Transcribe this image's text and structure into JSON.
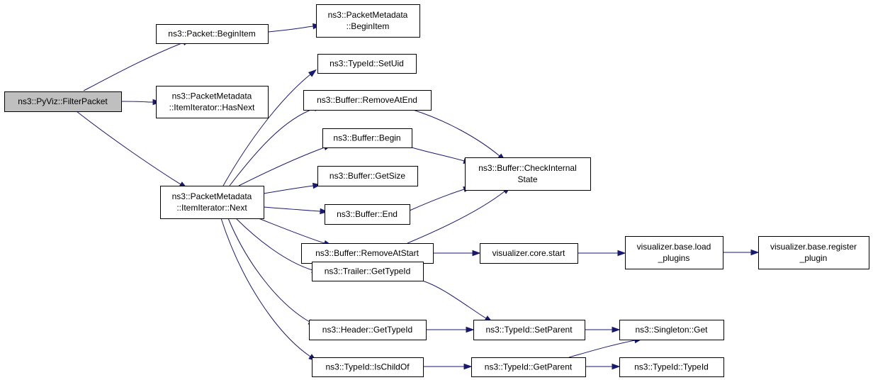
{
  "diagram": {
    "nodes": [
      {
        "id": "filter_packet",
        "lines": [
          "ns3::PyViz::FilterPacket"
        ],
        "root": true
      },
      {
        "id": "packet_beginitem",
        "lines": [
          "ns3::Packet::BeginItem"
        ]
      },
      {
        "id": "pm_beginitem",
        "lines": [
          "ns3::PacketMetadata",
          "::BeginItem"
        ]
      },
      {
        "id": "pm_hasnext",
        "lines": [
          "ns3::PacketMetadata",
          "::ItemIterator::HasNext"
        ]
      },
      {
        "id": "pm_next",
        "lines": [
          "ns3::PacketMetadata",
          "::ItemIterator::Next"
        ]
      },
      {
        "id": "typeid_setuid",
        "lines": [
          "ns3::TypeId::SetUid"
        ]
      },
      {
        "id": "buffer_removeatend",
        "lines": [
          "ns3::Buffer::RemoveAtEnd"
        ]
      },
      {
        "id": "buffer_begin",
        "lines": [
          "ns3::Buffer::Begin"
        ]
      },
      {
        "id": "buffer_getsize",
        "lines": [
          "ns3::Buffer::GetSize"
        ]
      },
      {
        "id": "buffer_end",
        "lines": [
          "ns3::Buffer::End"
        ]
      },
      {
        "id": "buffer_removeatstart",
        "lines": [
          "ns3::Buffer::RemoveAtStart"
        ]
      },
      {
        "id": "trailer_gettypeid",
        "lines": [
          "ns3::Trailer::GetTypeId"
        ]
      },
      {
        "id": "header_gettypeid",
        "lines": [
          "ns3::Header::GetTypeId"
        ]
      },
      {
        "id": "typeid_ischildof",
        "lines": [
          "ns3::TypeId::IsChildOf"
        ]
      },
      {
        "id": "buffer_checkinternalstate",
        "lines": [
          "ns3::Buffer::CheckInternal",
          "State"
        ]
      },
      {
        "id": "visualizer_core_start",
        "lines": [
          "visualizer.core.start"
        ]
      },
      {
        "id": "visualizer_base_load_plugins",
        "lines": [
          "visualizer.base.load",
          "_plugins"
        ]
      },
      {
        "id": "visualizer_base_register_plugin",
        "lines": [
          "visualizer.base.register",
          "_plugin"
        ]
      },
      {
        "id": "typeid_setparent",
        "lines": [
          "ns3::TypeId::SetParent"
        ]
      },
      {
        "id": "typeid_getparent",
        "lines": [
          "ns3::TypeId::GetParent"
        ]
      },
      {
        "id": "singleton_get",
        "lines": [
          "ns3::Singleton::Get"
        ]
      },
      {
        "id": "typeid_typeid",
        "lines": [
          "ns3::TypeId::TypeId"
        ]
      }
    ],
    "edges": [
      {
        "from": "filter_packet",
        "to": "packet_beginitem"
      },
      {
        "from": "filter_packet",
        "to": "pm_hasnext"
      },
      {
        "from": "filter_packet",
        "to": "pm_next"
      },
      {
        "from": "packet_beginitem",
        "to": "pm_beginitem"
      },
      {
        "from": "pm_next",
        "to": "typeid_setuid"
      },
      {
        "from": "pm_next",
        "to": "buffer_removeatend"
      },
      {
        "from": "pm_next",
        "to": "buffer_begin"
      },
      {
        "from": "pm_next",
        "to": "buffer_getsize"
      },
      {
        "from": "pm_next",
        "to": "buffer_end"
      },
      {
        "from": "pm_next",
        "to": "buffer_removeatstart"
      },
      {
        "from": "pm_next",
        "to": "trailer_gettypeid"
      },
      {
        "from": "pm_next",
        "to": "header_gettypeid"
      },
      {
        "from": "pm_next",
        "to": "typeid_ischildof"
      },
      {
        "from": "buffer_removeatend",
        "to": "buffer_checkinternalstate"
      },
      {
        "from": "buffer_begin",
        "to": "buffer_checkinternalstate"
      },
      {
        "from": "buffer_end",
        "to": "buffer_checkinternalstate"
      },
      {
        "from": "buffer_removeatstart",
        "to": "buffer_checkinternalstate"
      },
      {
        "from": "buffer_removeatstart",
        "to": "visualizer_core_start"
      },
      {
        "from": "visualizer_core_start",
        "to": "visualizer_base_load_plugins"
      },
      {
        "from": "visualizer_base_load_plugins",
        "to": "visualizer_base_register_plugin"
      },
      {
        "from": "trailer_gettypeid",
        "to": "typeid_setparent"
      },
      {
        "from": "header_gettypeid",
        "to": "typeid_setparent"
      },
      {
        "from": "typeid_setparent",
        "to": "singleton_get"
      },
      {
        "from": "typeid_ischildof",
        "to": "typeid_getparent"
      },
      {
        "from": "typeid_getparent",
        "to": "singleton_get"
      },
      {
        "from": "typeid_getparent",
        "to": "typeid_typeid"
      }
    ],
    "colors": {
      "edge": "#191970",
      "node_border": "#000000",
      "node_fill": "#ffffff",
      "root_fill": "#bfbfbf"
    }
  }
}
